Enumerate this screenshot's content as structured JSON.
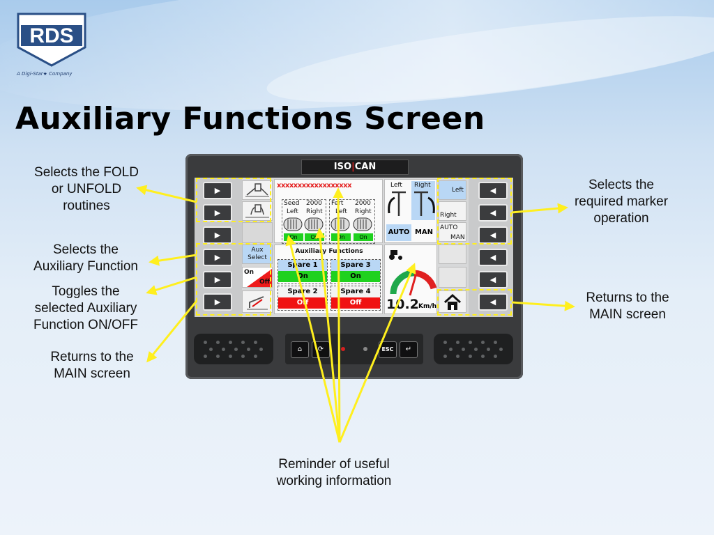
{
  "slide": {
    "title": "Auxiliary Functions Screen",
    "logo_text": "RDS",
    "logo_tagline": "A Digi-Star★ Company"
  },
  "annotations": {
    "fold": "Selects the FOLD\nor UNFOLD\nroutines",
    "aux_select": "Selects the\nAuxiliary Function",
    "toggle": "Toggles the\nselected Auxiliary\nFunction ON/OFF",
    "main_left": "Returns to the\nMAIN screen",
    "marker": "Selects the\nrequired marker\noperation",
    "main_right": "Returns to the\nMAIN screen",
    "reminder": "Reminder of useful\nworking information"
  },
  "device": {
    "brand_a": "ISO",
    "brand_b": "CAN",
    "keys": {
      "home": "⌂",
      "refresh": "⟳",
      "esc": "ESC",
      "enter": "↵"
    }
  },
  "screen": {
    "crosses": "xxxxxxxxxxxxxxxxxx",
    "seed_label": "Seed",
    "seed_value": "2000",
    "fert_label": "Fert",
    "fert_value": "2000",
    "left": "Left",
    "right": "Right",
    "on": "On",
    "marker_left": "Left",
    "marker_right": "Right",
    "auto": "AUTO",
    "man": "MAN",
    "aux_title": "Auxiliary Functions",
    "aux_select_line1": "Aux",
    "aux_select_line2": "Select",
    "toggle_on": "On",
    "toggle_off": "Off",
    "spares": [
      {
        "name": "Spare 1",
        "state": "On"
      },
      {
        "name": "Spare 3",
        "state": "On"
      },
      {
        "name": "Spare 2",
        "state": "Off"
      },
      {
        "name": "Spare 4",
        "state": "Off"
      }
    ],
    "speed_value": "10.2",
    "speed_unit": "Km/h",
    "right_panel_auto": "AUTO",
    "right_panel_man": "MAN",
    "colors": {
      "on": "#1fd11f",
      "off": "#f01212",
      "spare_bg": "#b9d7f5"
    }
  }
}
